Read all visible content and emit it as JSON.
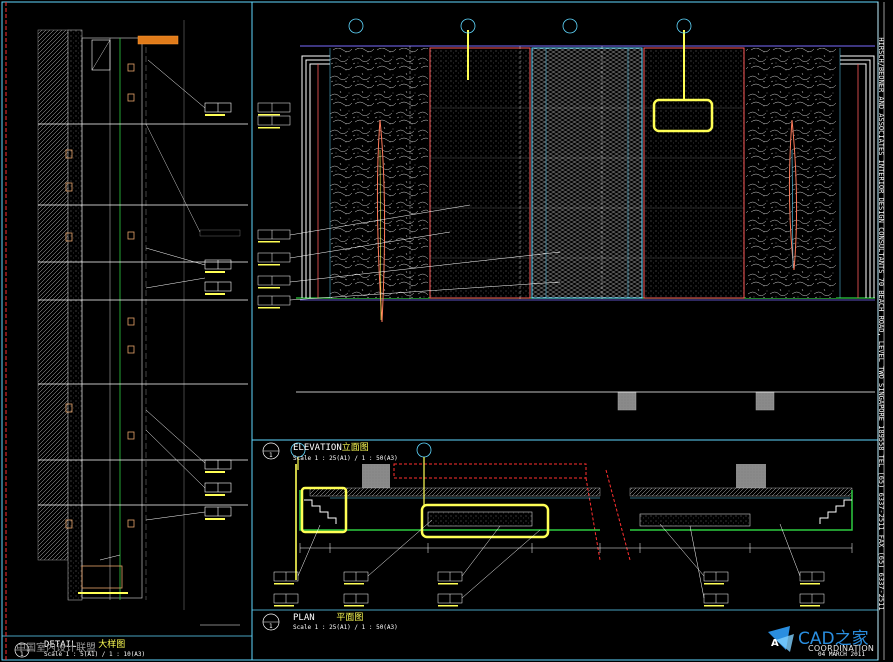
{
  "views": {
    "elevation": {
      "title": "ELEVATION",
      "title_cn": "立面图",
      "scale": "Scale 1 : 25(A1) / 1 : 50(A3)",
      "number": "1"
    },
    "plan": {
      "title": "PLAN",
      "title_cn": "平面图",
      "scale": "Scale 1 : 25(A1) / 1 : 50(A3)",
      "number": "1"
    },
    "detail": {
      "title": "DETAIL",
      "title_cn": "大样图",
      "scale": "Scale 1 : 5(A1) / 1 : 10(A3)",
      "number": "1"
    }
  },
  "side_strip": {
    "text": "HIRSCH/BEDNER AND ASSOCIATES    INTERIOR DESIGN CONSULTANTS    70 BEACH ROAD, LEVEL TWO    SINGAPORE 189558    TEL (65) 6337-2511    FAX (65) 6337-2511"
  },
  "logo": {
    "main": "CAD之家",
    "sub": "COORDINATION"
  },
  "date": "04 MARCH 2011",
  "watermark": "中国室内设计联盟",
  "colors": {
    "background": "#000000",
    "frame": "#5fd8ff",
    "highlight": "#ffff55",
    "wall": "#ff5a5a",
    "green": "#2ecc40"
  }
}
